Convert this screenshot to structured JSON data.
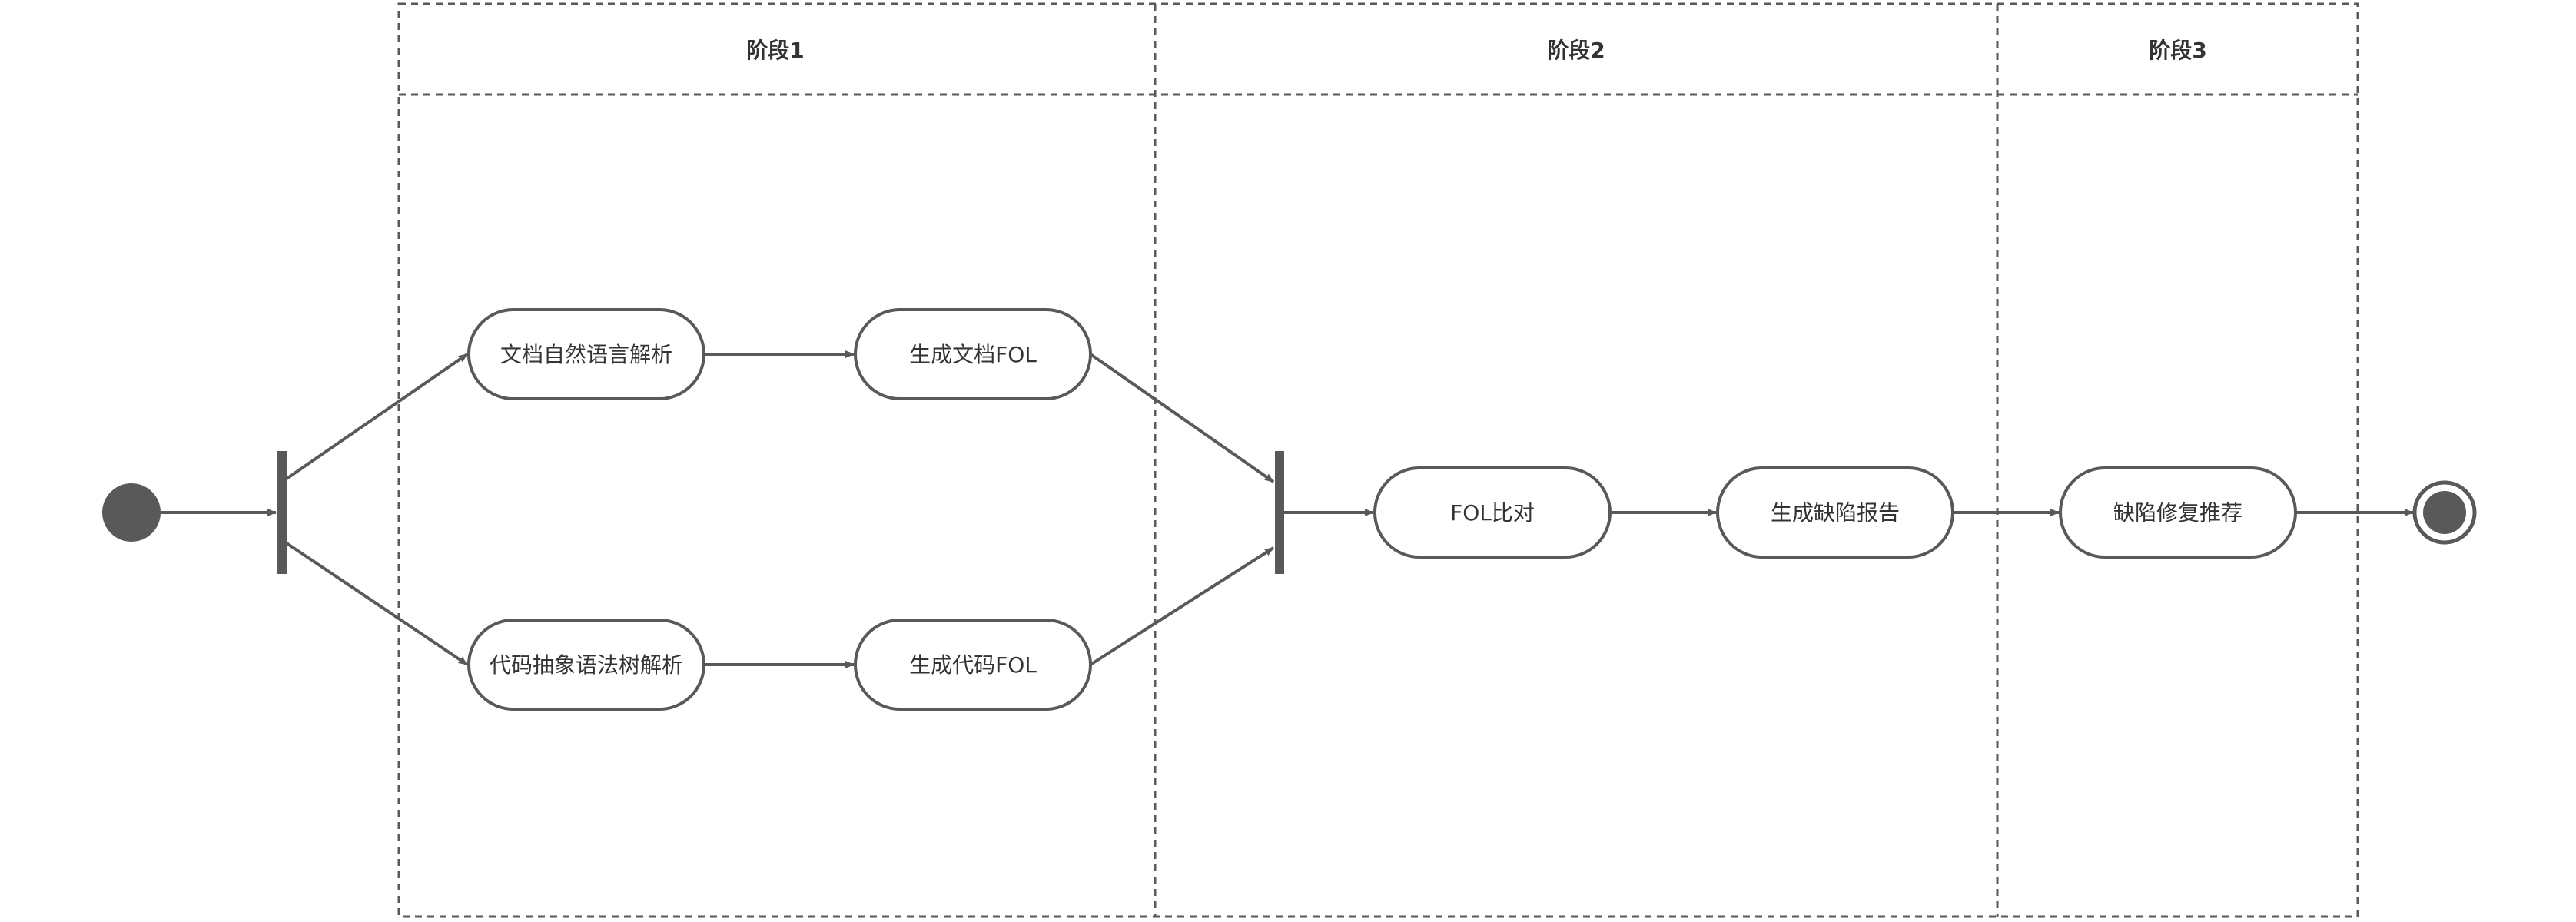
{
  "diagram": {
    "lanes": [
      {
        "title": "阶段1"
      },
      {
        "title": "阶段2"
      },
      {
        "title": "阶段3"
      }
    ],
    "nodes": {
      "doc_nlp": "文档自然语言解析",
      "doc_fol": "生成文档FOL",
      "code_ast": "代码抽象语法树解析",
      "code_fol": "生成代码FOL",
      "fol_compare": "FOL比对",
      "defect_report": "生成缺陷报告",
      "defect_fix": "缺陷修复推荐"
    },
    "edges": [
      [
        "start",
        "fork"
      ],
      [
        "fork",
        "doc_nlp"
      ],
      [
        "fork",
        "code_ast"
      ],
      [
        "doc_nlp",
        "doc_fol"
      ],
      [
        "code_ast",
        "code_fol"
      ],
      [
        "doc_fol",
        "join"
      ],
      [
        "code_fol",
        "join"
      ],
      [
        "join",
        "fol_compare"
      ],
      [
        "fol_compare",
        "defect_report"
      ],
      [
        "defect_report",
        "defect_fix"
      ],
      [
        "defect_fix",
        "end"
      ]
    ],
    "colors": {
      "stroke": "#595959",
      "fill": "#ffffff",
      "text": "#333333"
    }
  }
}
